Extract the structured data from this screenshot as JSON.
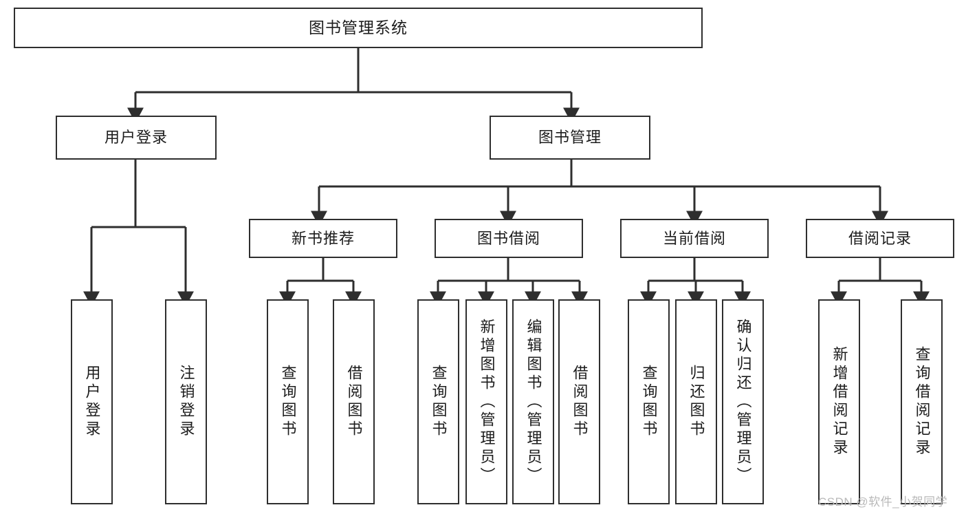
{
  "diagram": {
    "title": "图书管理系统",
    "type": "tree",
    "root": {
      "label": "图书管理系统"
    },
    "level2": [
      {
        "id": "user-login",
        "label": "用户登录"
      },
      {
        "id": "book-manage",
        "label": "图书管理"
      }
    ],
    "level3": [
      {
        "id": "new-book-recommend",
        "label": "新书推荐",
        "parent": "book-manage"
      },
      {
        "id": "book-borrow",
        "label": "图书借阅",
        "parent": "book-manage"
      },
      {
        "id": "current-borrow",
        "label": "当前借阅",
        "parent": "book-manage"
      },
      {
        "id": "borrow-record",
        "label": "借阅记录",
        "parent": "book-manage"
      }
    ],
    "leaves": {
      "user-login": [
        {
          "id": "leaf-user-login",
          "label": "用户登录"
        },
        {
          "id": "leaf-logout-login",
          "label": "注销登录"
        }
      ],
      "new-book-recommend": [
        {
          "id": "leaf-query-book-1",
          "label": "查询图书"
        },
        {
          "id": "leaf-borrow-book-1",
          "label": "借阅图书"
        }
      ],
      "book-borrow": [
        {
          "id": "leaf-query-book-2",
          "label": "查询图书"
        },
        {
          "id": "leaf-add-book",
          "label": "新增图书（管理员）"
        },
        {
          "id": "leaf-edit-book",
          "label": "编辑图书（管理员）"
        },
        {
          "id": "leaf-borrow-book-2",
          "label": "借阅图书"
        }
      ],
      "current-borrow": [
        {
          "id": "leaf-query-book-3",
          "label": "查询图书"
        },
        {
          "id": "leaf-return-book",
          "label": "归还图书"
        },
        {
          "id": "leaf-confirm-return",
          "label": "确认归还（管理员）"
        }
      ],
      "borrow-record": [
        {
          "id": "leaf-add-record",
          "label": "新增借阅记录"
        },
        {
          "id": "leaf-query-record",
          "label": "查询借阅记录"
        }
      ]
    }
  },
  "watermark": {
    "text": "CSDN @软件_小贺同学"
  },
  "colors": {
    "stroke": "#2e2e2e",
    "background": "#ffffff",
    "text": "#1c1c1c",
    "watermark": "#b9b9b9"
  }
}
